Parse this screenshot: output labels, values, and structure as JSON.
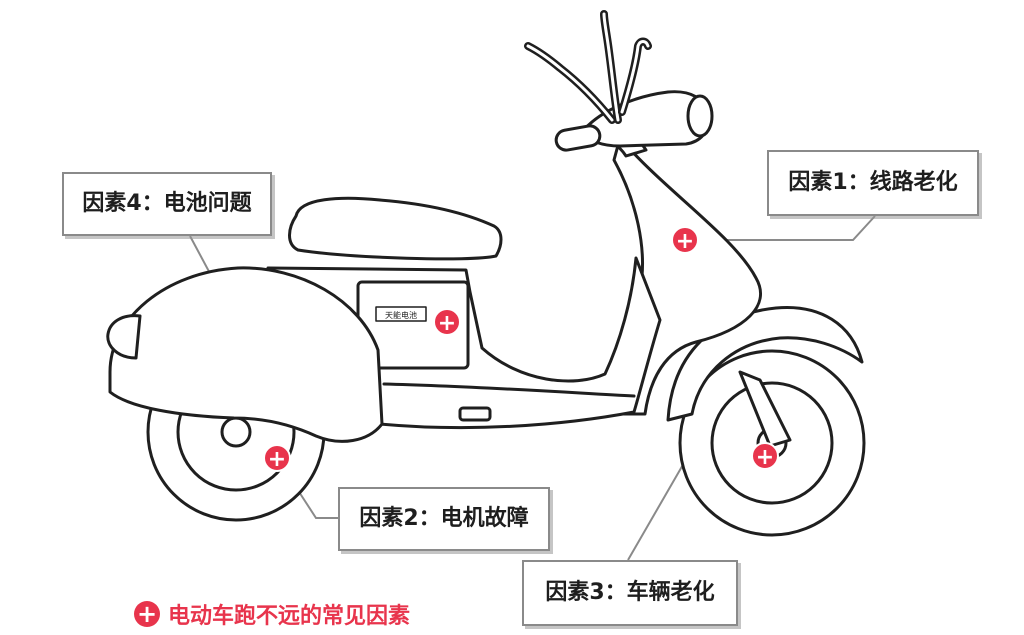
{
  "factors": [
    {
      "id": "f1",
      "label": "因素1：线路老化"
    },
    {
      "id": "f2",
      "label": "因素2：电机故障"
    },
    {
      "id": "f3",
      "label": "因素3：车辆老化"
    },
    {
      "id": "f4",
      "label": "因素4：电池问题"
    }
  ],
  "legend": {
    "marker": "+",
    "text": "电动车跑不远的常见因素"
  },
  "battery_brand": "天能电池",
  "colors": {
    "marker": "#e8344c",
    "line": "#1f1f1f",
    "box_border": "#8a8a8a"
  }
}
